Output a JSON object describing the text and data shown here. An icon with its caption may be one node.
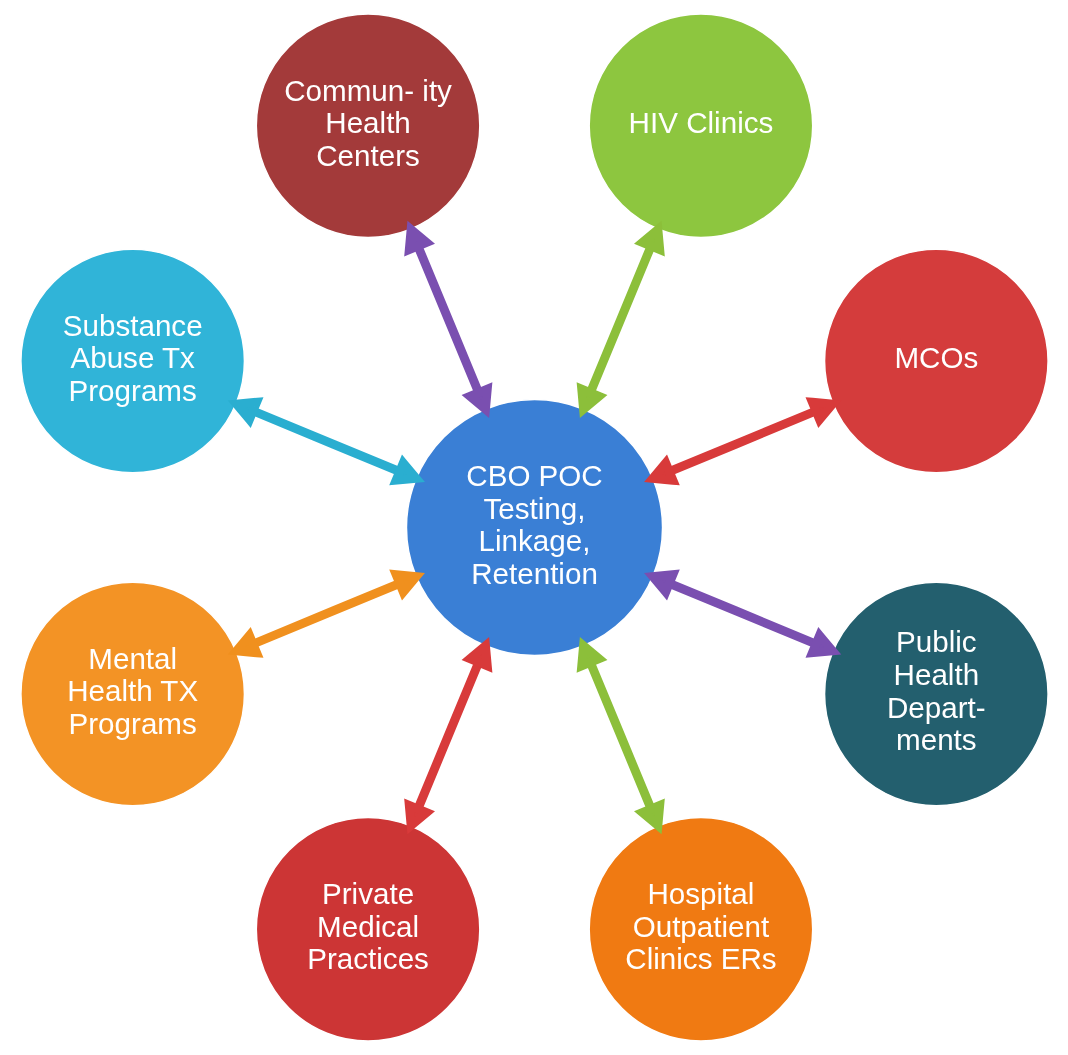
{
  "diagram": {
    "nodes": [
      {
        "text": [
          "CBO POC Testing, Linkage, Retention"
        ]
      },
      {
        "text": [
          "MCOs"
        ]
      },
      {
        "text": [
          "HIV Clinics"
        ]
      },
      {
        "text": [
          "Commun- ity Health Centers"
        ]
      },
      {
        "text": [
          "Substance Abuse Tx Programs"
        ]
      },
      {
        "text": [
          "Mental Health TX Programs"
        ]
      },
      {
        "text": [
          "Private Medical Practices"
        ]
      },
      {
        "text": [
          "Hospital Outpatient Clinics ERs"
        ]
      },
      {
        "text": [
          "Public Health Depart- ments"
        ]
      }
    ],
    "edges": [
      {
        "from": 0,
        "to": 1,
        "arrow": "both",
        "color": "#d83a3a"
      },
      {
        "from": 0,
        "to": 2,
        "arrow": "both",
        "color": "#8cbf3a"
      },
      {
        "from": 0,
        "to": 3,
        "arrow": "both",
        "color": "#7a4fb0"
      },
      {
        "from": 0,
        "to": 4,
        "arrow": "both",
        "color": "#2aaed0"
      },
      {
        "from": 0,
        "to": 5,
        "arrow": "both",
        "color": "#f0901e"
      },
      {
        "from": 0,
        "to": 6,
        "arrow": "both",
        "color": "#d83a3a"
      },
      {
        "from": 0,
        "to": 7,
        "arrow": "both",
        "color": "#8cbf3a"
      },
      {
        "from": 0,
        "to": 8,
        "arrow": "both",
        "color": "#7a4fb0"
      }
    ]
  }
}
